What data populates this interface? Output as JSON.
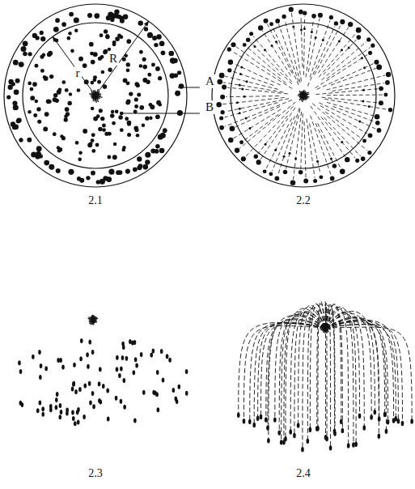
{
  "diagram": {
    "labels": [
      "r",
      "R",
      "A",
      "B",
      "2.1",
      "2.2",
      "2.3",
      "2.4"
    ]
  }
}
